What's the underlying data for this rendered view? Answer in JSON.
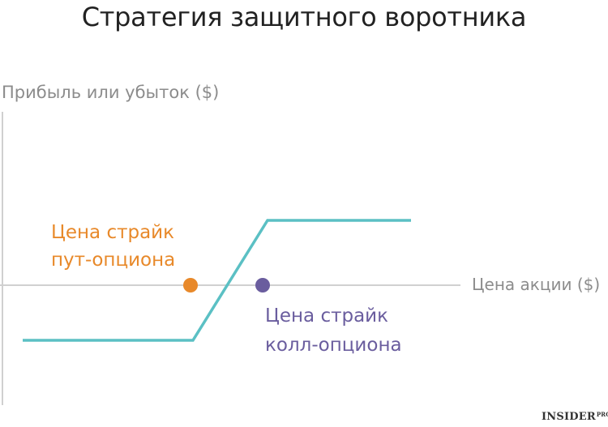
{
  "title": "Стратегия защитного воротника",
  "y_axis_label": "Прибыль или убыток ($)",
  "x_axis_label": "Цена акции ($)",
  "put_strike_label": [
    "Цена страйк",
    "пут-опциона"
  ],
  "call_strike_label": [
    "Цена страйк",
    "колл-опциона"
  ],
  "logo": {
    "text": "INSIDER",
    "suffix": "PRO"
  },
  "colors": {
    "payoff": "#5bc0c4",
    "put": "#e8892a",
    "call": "#6a5d9e",
    "axis": "#d0d0d0"
  }
}
